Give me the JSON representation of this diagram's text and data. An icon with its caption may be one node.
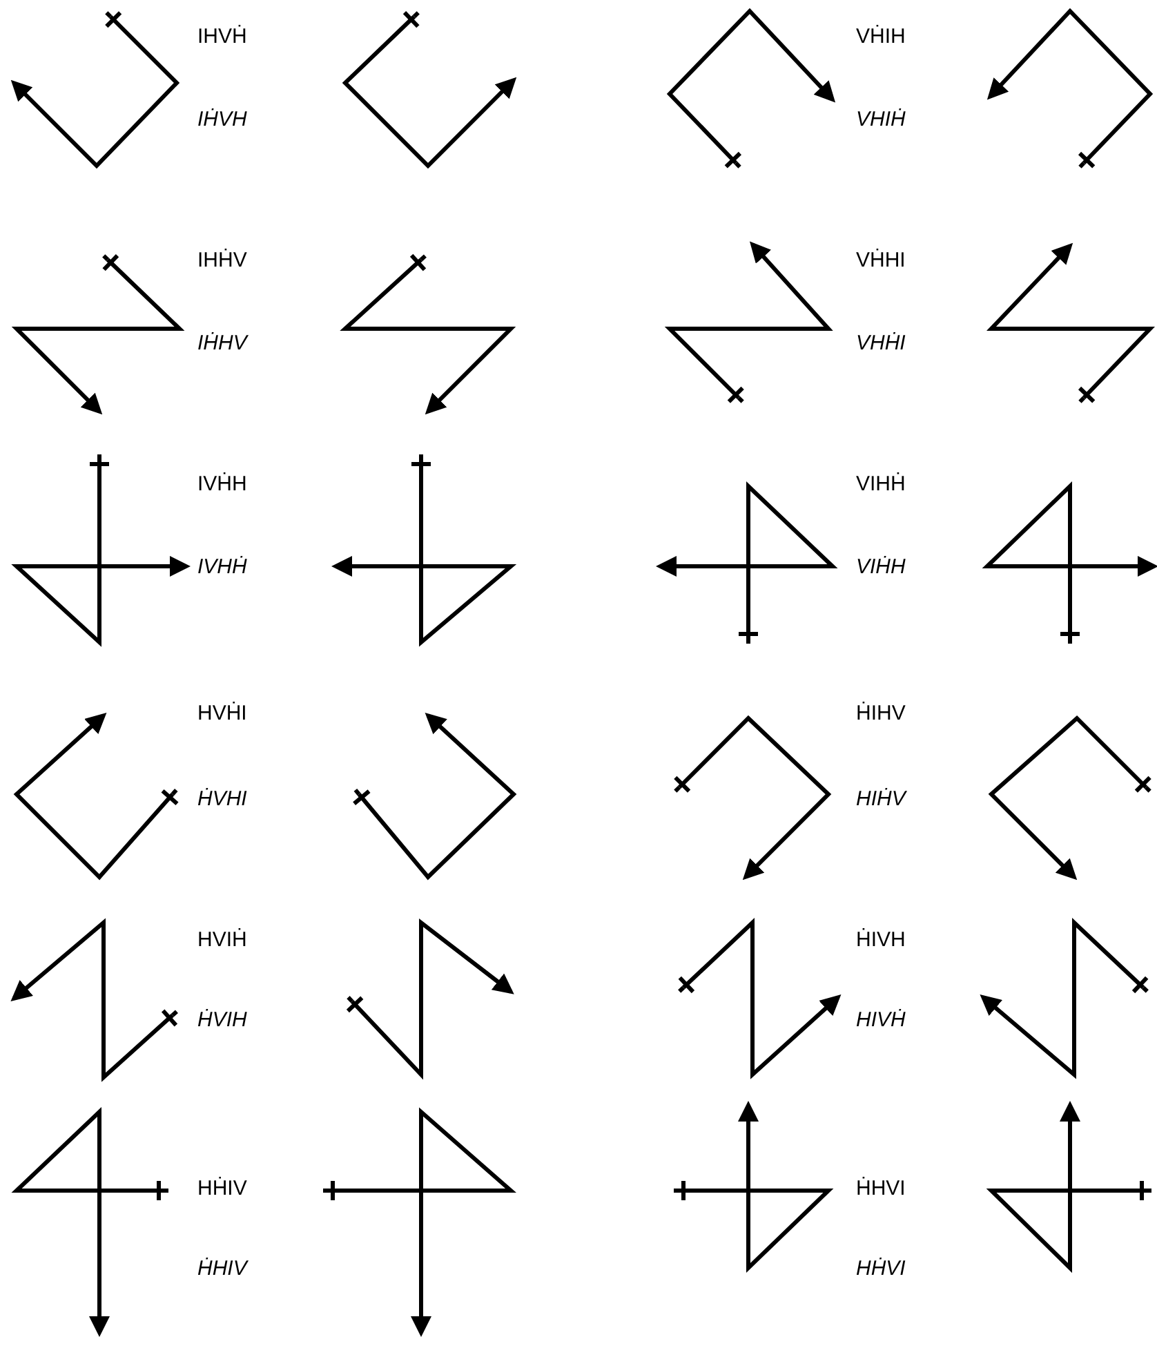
{
  "diagram": {
    "labels": [
      "IHVḢ",
      "IḢVH",
      "VḢIH",
      "VHIḢ",
      "IHḢV",
      "IḢHV",
      "VḢHI",
      "VHḢI",
      "IVḢH",
      "IVHḢ",
      "VIHḢ",
      "VIḢH",
      "HVḢI",
      "ḢVHI",
      "ḢIHV",
      "HIḢV",
      "HVIḢ",
      "ḢVIH",
      "ḢIVH",
      "HIVḢ",
      "HḢIV",
      "ḢHIV",
      "ḢHVI",
      "HḢVI"
    ]
  }
}
